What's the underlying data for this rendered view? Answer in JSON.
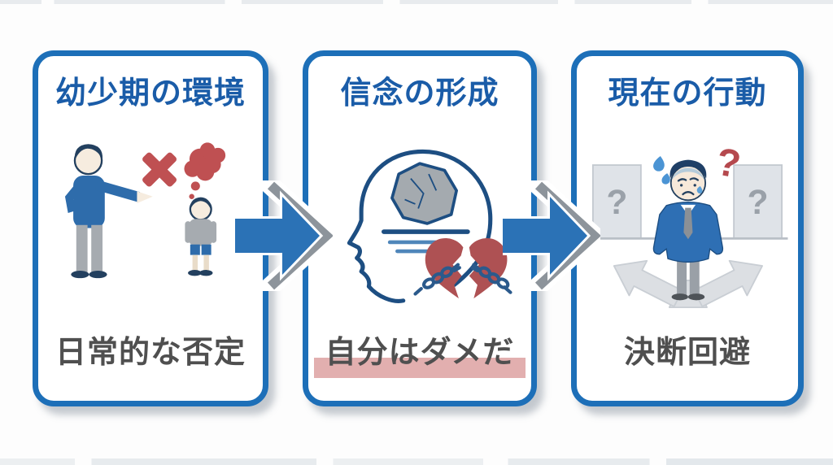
{
  "diagram": {
    "description": "3-step flow infographic: childhood environment leads to belief formation leads to current behavior"
  },
  "colors": {
    "accent_blue": "#1d6fb8",
    "title_blue": "#1a5ca8",
    "caption_gray": "#4f4f4f",
    "alert_red": "#bf5052",
    "highlight_pink": "#db9b9b",
    "figure_navy": "#23405f",
    "figure_blue": "#2e6cab",
    "figure_gray": "#a6abb0",
    "light_gray": "#dfe3e8"
  },
  "glyphs": {
    "question_mark": "?"
  },
  "panels": [
    {
      "title": "幼少期の環境",
      "caption": "日常的な否定",
      "illustration": "adult scolding child with red cross mark and red thought cloud",
      "highlighted": false
    },
    {
      "title": "信念の形成",
      "caption": "自分はダメだ",
      "illustration": "head profile with heavy rock inside and broken chained heart",
      "highlighted": true
    },
    {
      "title": "現在の行動",
      "caption": "決断回避",
      "illustration": "distressed man between two question-mark doors with diverging path arrows",
      "highlighted": false
    }
  ],
  "arrows": [
    {
      "name": "flow-arrow-1",
      "direction": "right"
    },
    {
      "name": "flow-arrow-2",
      "direction": "right"
    }
  ]
}
